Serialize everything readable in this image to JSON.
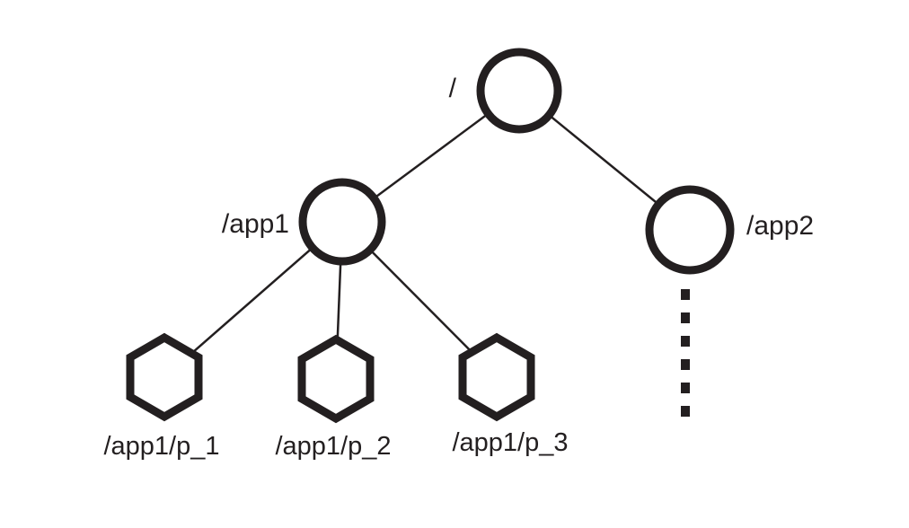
{
  "diagram": {
    "type": "tree",
    "colors": {
      "stroke": "#231f20",
      "background": "#ffffff"
    },
    "nodes": {
      "root": {
        "label": "/",
        "shape": "circle",
        "label_position": "left"
      },
      "app1": {
        "label": "/app1",
        "shape": "circle",
        "label_position": "left"
      },
      "app2": {
        "label": "/app2",
        "shape": "circle",
        "label_position": "right"
      },
      "p1": {
        "label": "/app1/p_1",
        "shape": "hexagon",
        "label_position": "below"
      },
      "p2": {
        "label": "/app1/p_2",
        "shape": "hexagon",
        "label_position": "below"
      },
      "p3": {
        "label": "/app1/p_3",
        "shape": "hexagon",
        "label_position": "below"
      }
    },
    "edges": [
      {
        "from": "root",
        "to": "app1",
        "style": "solid"
      },
      {
        "from": "root",
        "to": "app2",
        "style": "solid"
      },
      {
        "from": "app1",
        "to": "p1",
        "style": "solid"
      },
      {
        "from": "app1",
        "to": "p2",
        "style": "solid"
      },
      {
        "from": "app1",
        "to": "p3",
        "style": "solid"
      },
      {
        "from": "app2",
        "to": "(more children)",
        "style": "dashed-continuation"
      }
    ]
  }
}
